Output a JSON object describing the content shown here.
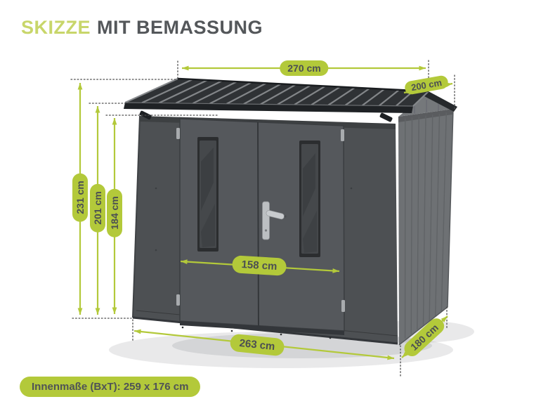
{
  "header": {
    "title_accent": "SKIZZE",
    "title_rest": "MIT BEMASSUNG"
  },
  "diagram": {
    "subject": "metal garden shed with double doors, dimensioned sketch",
    "dimensions": {
      "roof_width": "270 cm",
      "roof_depth": "200 cm",
      "height_total": "231 cm",
      "height_wall": "201 cm",
      "height_door": "184 cm",
      "door_width": "158 cm",
      "base_width": "263 cm",
      "base_depth": "180 cm"
    }
  },
  "footer": {
    "inner_dimensions": "Innenmaße (BxT): 259 x 176 cm"
  },
  "colors": {
    "accent_green": "#b3c93a",
    "title_green": "#c8d66a",
    "text_dark": "#54575a",
    "shed_front": "#4d5053",
    "shed_side": "#6e7174",
    "roof_dark": "#2f3235"
  }
}
